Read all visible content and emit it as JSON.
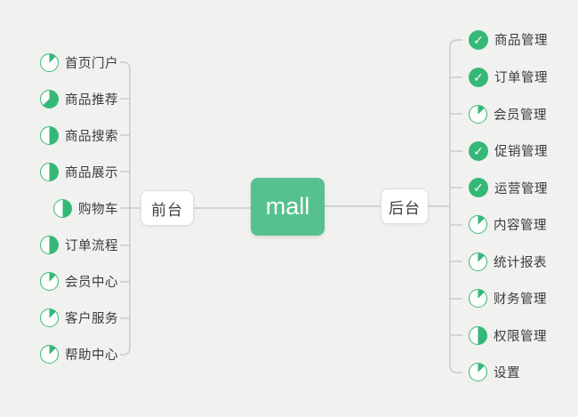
{
  "canvas": {
    "bg": "#f1f1ef",
    "line_color": "#c9c9c9",
    "green": "#35b877",
    "node_green": "#56c18e"
  },
  "icons": {
    "check": "✓"
  },
  "root": {
    "label": "mall"
  },
  "frontend": {
    "label": "前台",
    "items": [
      {
        "label": "首页门户",
        "status": "in-progress",
        "progress": 12.5
      },
      {
        "label": "商品推荐",
        "status": "in-progress",
        "progress": 62.5
      },
      {
        "label": "商品搜索",
        "status": "in-progress",
        "progress": 50
      },
      {
        "label": "商品展示",
        "status": "in-progress",
        "progress": 50
      },
      {
        "label": "购物车",
        "status": "in-progress",
        "progress": 50
      },
      {
        "label": "订单流程",
        "status": "in-progress",
        "progress": 50
      },
      {
        "label": "会员中心",
        "status": "in-progress",
        "progress": 12.5
      },
      {
        "label": "客户服务",
        "status": "in-progress",
        "progress": 12.5
      },
      {
        "label": "帮助中心",
        "status": "in-progress",
        "progress": 12.5
      }
    ]
  },
  "backend": {
    "label": "后台",
    "items": [
      {
        "label": "商品管理",
        "status": "done",
        "progress": 100
      },
      {
        "label": "订单管理",
        "status": "done",
        "progress": 100
      },
      {
        "label": "会员管理",
        "status": "in-progress",
        "progress": 12.5
      },
      {
        "label": "促销管理",
        "status": "done",
        "progress": 100
      },
      {
        "label": "运营管理",
        "status": "done",
        "progress": 100
      },
      {
        "label": "内容管理",
        "status": "in-progress",
        "progress": 12.5
      },
      {
        "label": "统计报表",
        "status": "in-progress",
        "progress": 12.5
      },
      {
        "label": "财务管理",
        "status": "in-progress",
        "progress": 12.5
      },
      {
        "label": "权限管理",
        "status": "in-progress",
        "progress": 50
      },
      {
        "label": "设置",
        "status": "in-progress",
        "progress": 12.5
      }
    ]
  }
}
